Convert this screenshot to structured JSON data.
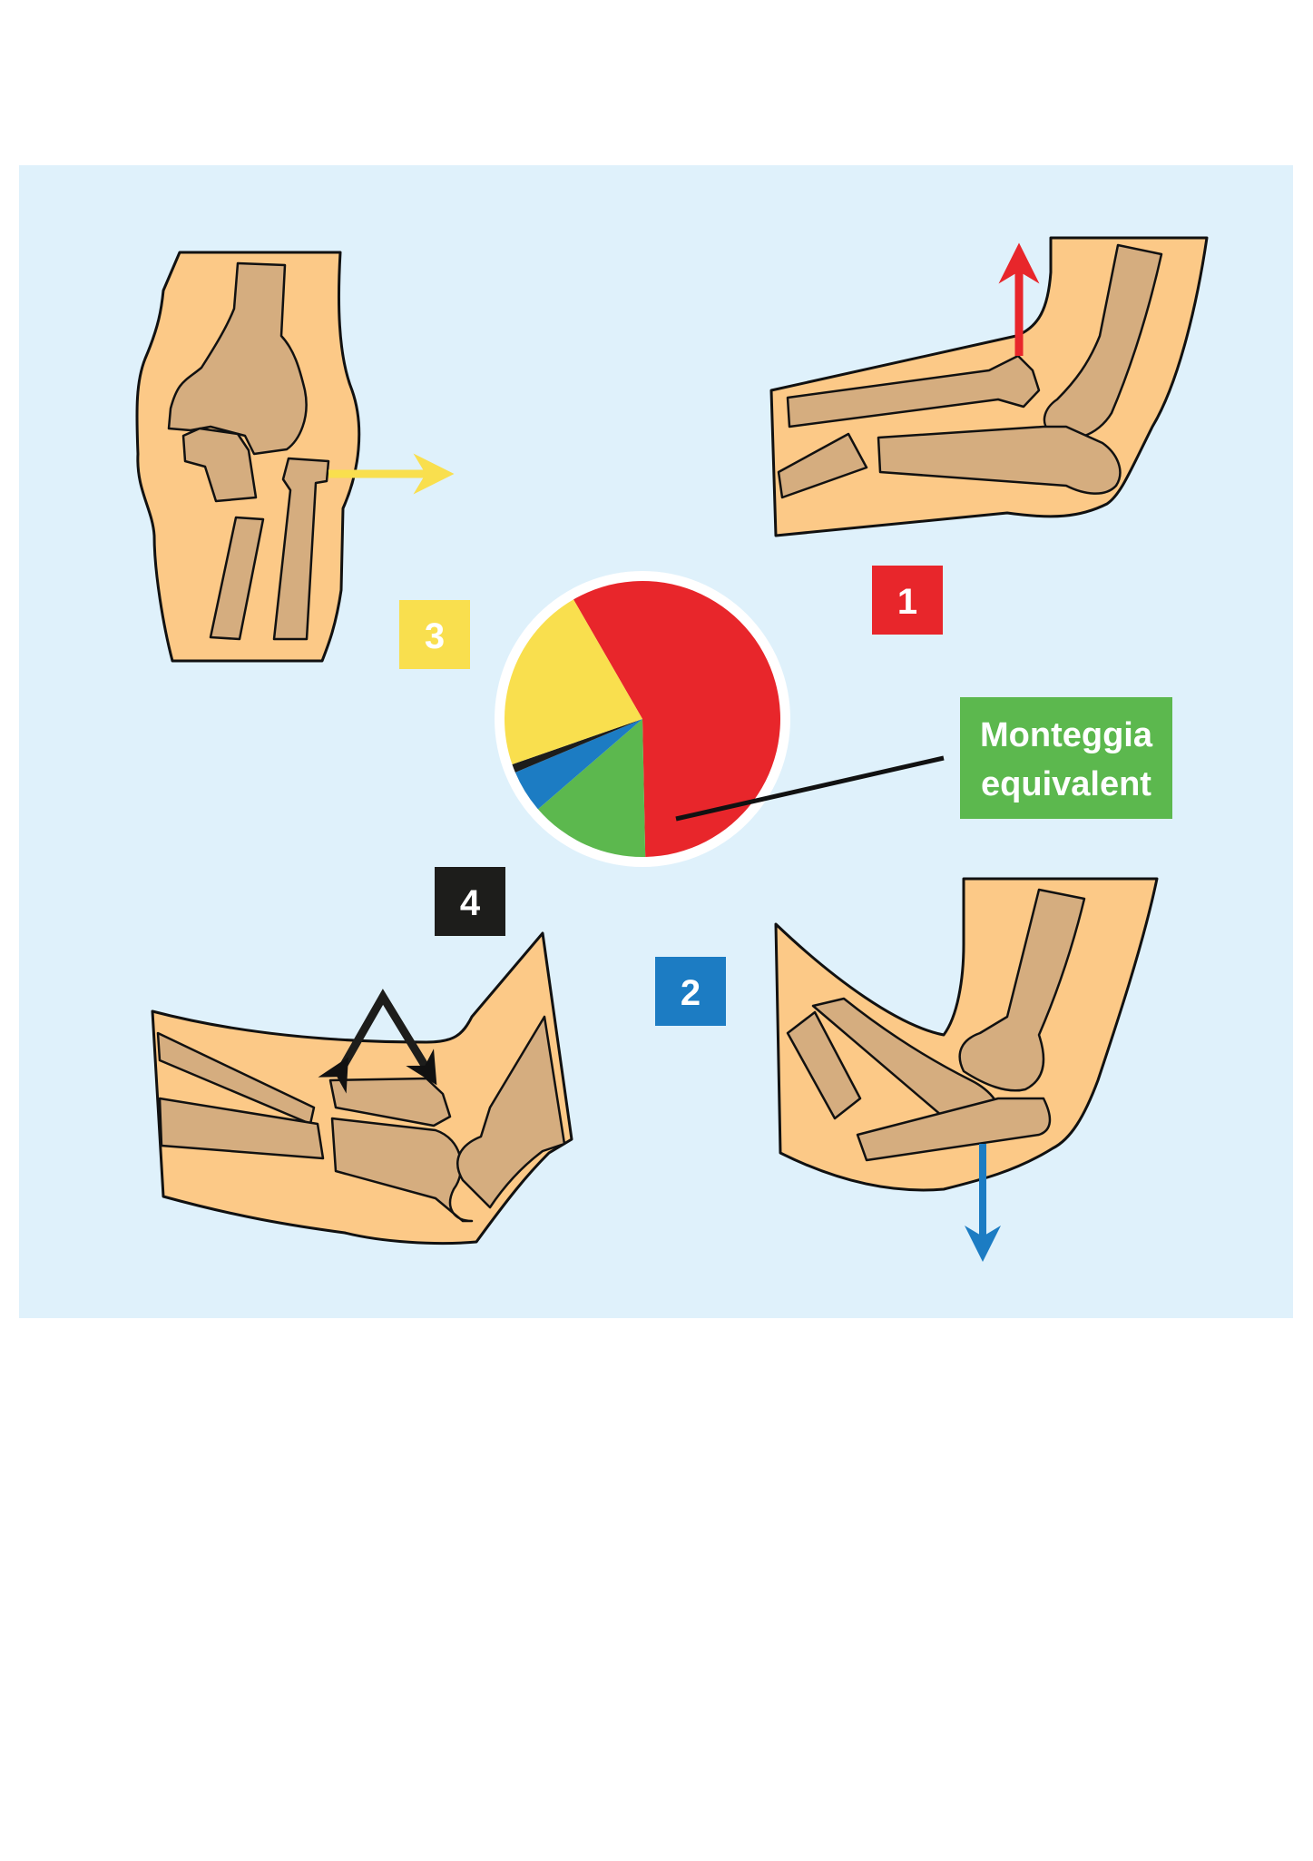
{
  "figure": {
    "background_color": "#dff1fb",
    "skin_color": "#fcc987",
    "bone_color": "#d5ad7f",
    "outline_color": "#111111"
  },
  "types": [
    {
      "label": "1",
      "color": "#e8262b",
      "arrow": "up-arrow-red"
    },
    {
      "label": "2",
      "color": "#1c7cc3",
      "arrow": "down-arrow-blue"
    },
    {
      "label": "3",
      "color": "#f9df4e",
      "arrow": "right-arrow-yellow"
    },
    {
      "label": "4",
      "color": "#1d1d1b",
      "arrow": "double-arrowhead-black"
    }
  ],
  "callout": {
    "line1": "Monteggia",
    "line2": "equivalent",
    "color": "#5cb84e"
  },
  "pie": {
    "slices": [
      {
        "key": "type-1",
        "color": "#e8262b",
        "fraction": 0.58
      },
      {
        "key": "monteggia-equivalent",
        "color": "#5cb84e",
        "fraction": 0.14
      },
      {
        "key": "type-2",
        "color": "#1c7cc3",
        "fraction": 0.05
      },
      {
        "key": "type-4",
        "color": "#1d1d1b",
        "fraction": 0.01
      },
      {
        "key": "type-3",
        "color": "#f9df4e",
        "fraction": 0.22
      }
    ]
  }
}
